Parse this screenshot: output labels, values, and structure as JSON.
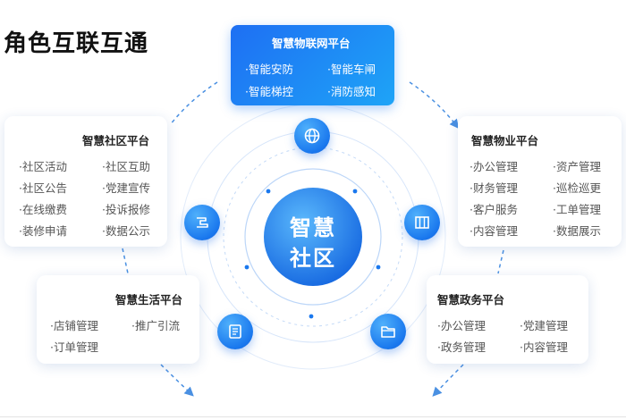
{
  "title": "角色互联互通",
  "hub": {
    "line1": "智慧",
    "line2": "社区"
  },
  "platforms": {
    "iot": {
      "title": "智慧物联网平台",
      "items": [
        "·智能安防",
        "·智能车闸",
        "·智能梯控",
        "·消防感知"
      ]
    },
    "community": {
      "title": "智慧社区平台",
      "items": [
        "·社区活动",
        "·社区互助",
        "·社区公告",
        "·党建宣传",
        "·在线缴费",
        "·投诉报修",
        "·装修申请",
        "·数据公示"
      ]
    },
    "property": {
      "title": "智慧物业平台",
      "items": [
        "·办公管理",
        "·资产管理",
        "·财务管理",
        "·巡检巡更",
        "·客户服务",
        "·工单管理",
        "·内容管理",
        "·数据展示"
      ]
    },
    "life": {
      "title": "智慧生活平台",
      "items": [
        "·店铺管理",
        "·推广引流",
        "·订单管理"
      ]
    },
    "gov": {
      "title": "智慧政务平台",
      "items": [
        "·办公管理",
        "·党建管理",
        "·政务管理",
        "·内容管理"
      ]
    }
  },
  "icons": {
    "top": "globe-icon",
    "left": "ticket-icon",
    "right": "building-icon",
    "bottom_left": "document-icon",
    "bottom_right": "folder-icon"
  },
  "colors": {
    "accent": "#1a78ee",
    "accent_light": "#1ea4f7",
    "dash": "#4a90e2"
  }
}
